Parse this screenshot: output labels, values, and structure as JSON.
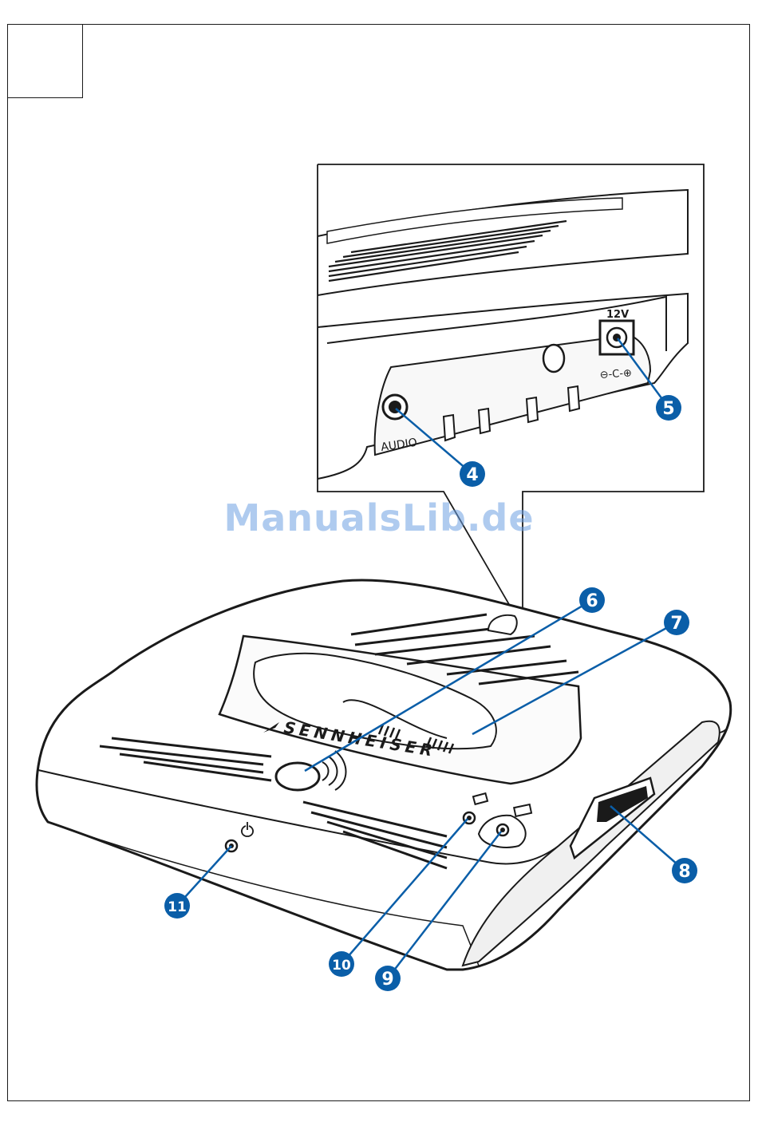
{
  "labels": {
    "audio": "AUDIO",
    "voltage": "12V",
    "polarity": "⊖-C-⊕",
    "brand": "SENNHEISER"
  },
  "callouts": [
    "4",
    "5",
    "6",
    "7",
    "8",
    "9",
    "10",
    "11"
  ],
  "watermark": "ManualsLib.de",
  "colors": {
    "callout_fill": "#0a5ea8",
    "line": "#1a1a1a",
    "device_top": "#f2f2f2",
    "device_front": "#e6e6e6"
  }
}
